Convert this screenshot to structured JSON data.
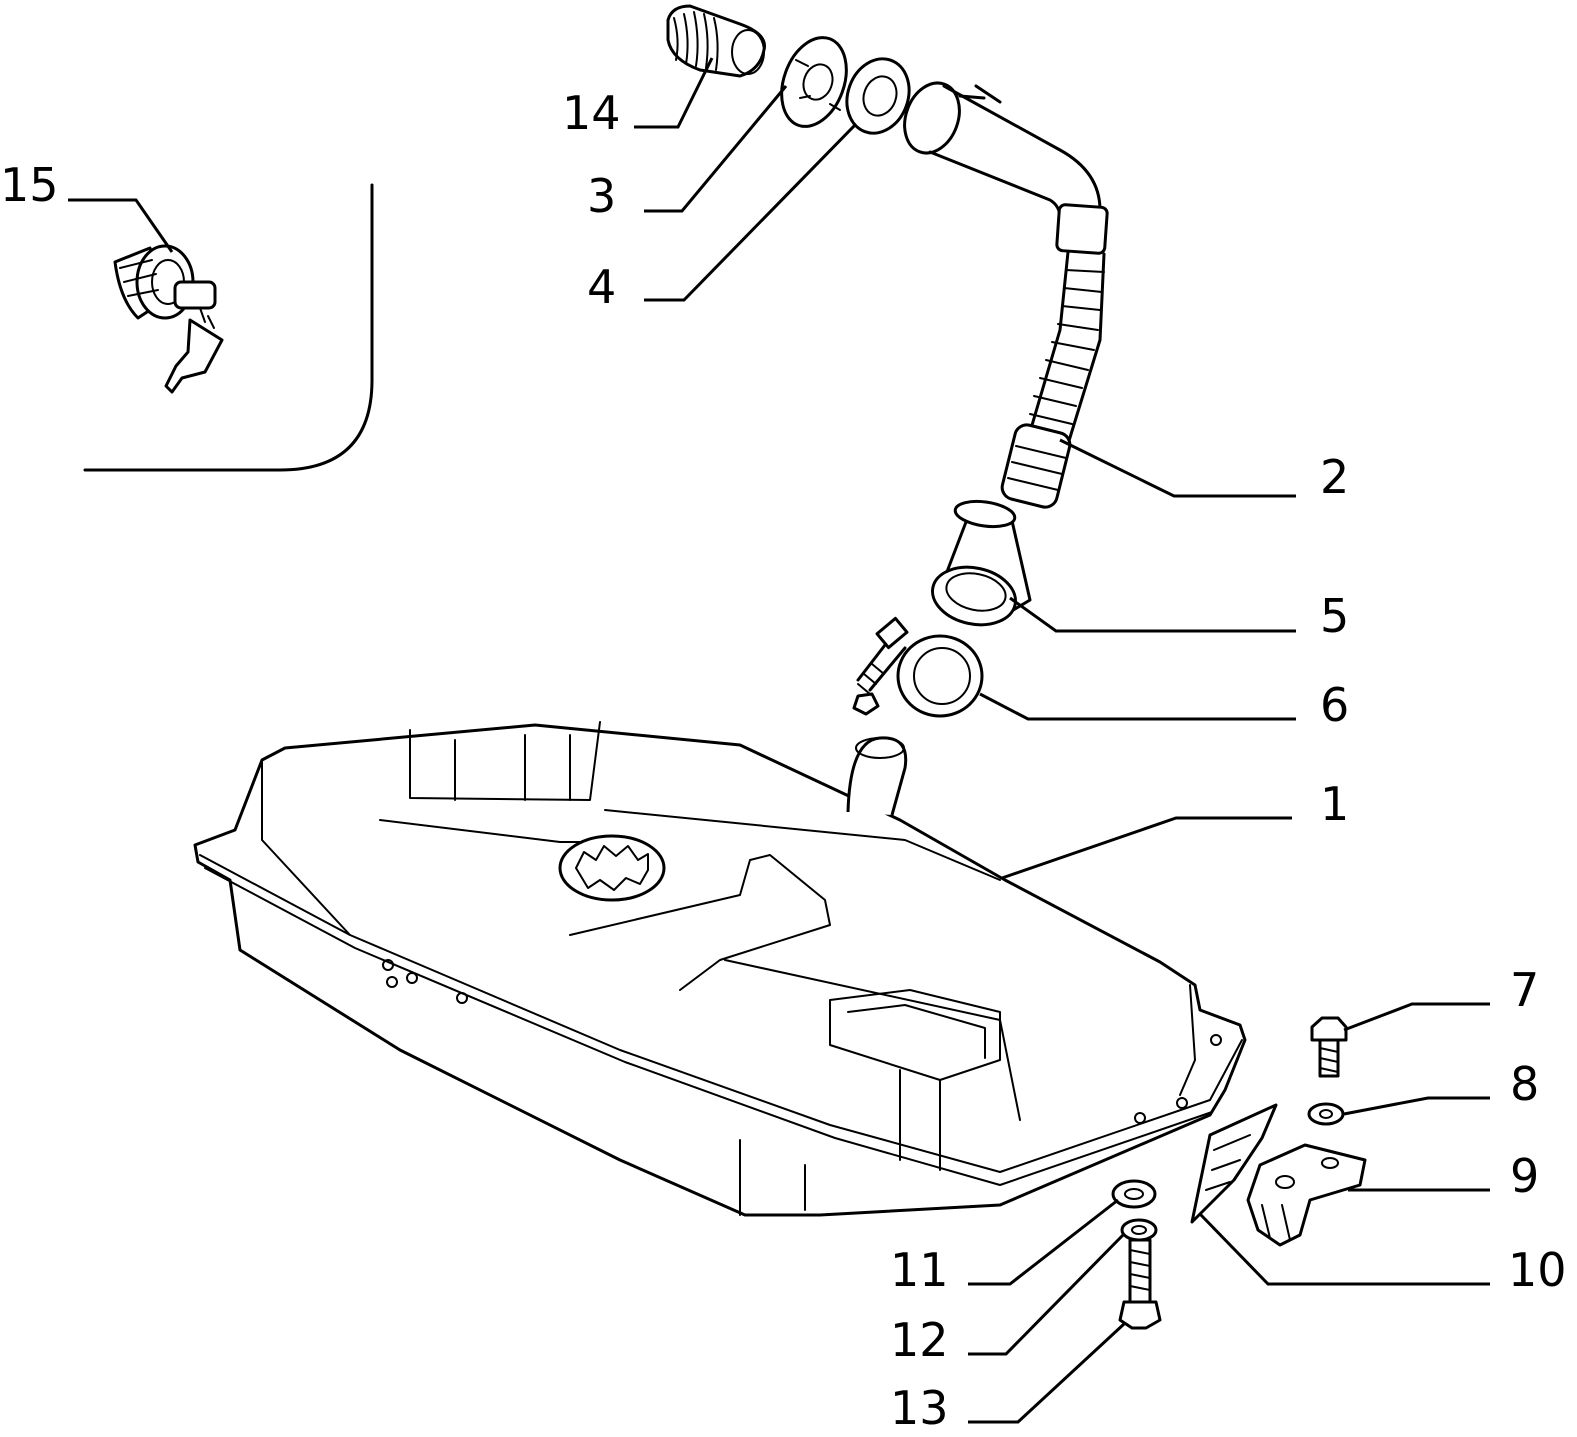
{
  "callouts": [
    {
      "id": "1",
      "label": "1"
    },
    {
      "id": "2",
      "label": "2"
    },
    {
      "id": "3",
      "label": "3"
    },
    {
      "id": "4",
      "label": "4"
    },
    {
      "id": "5",
      "label": "5"
    },
    {
      "id": "6",
      "label": "6"
    },
    {
      "id": "7",
      "label": "7"
    },
    {
      "id": "8",
      "label": "8"
    },
    {
      "id": "9",
      "label": "9"
    },
    {
      "id": "10",
      "label": "10"
    },
    {
      "id": "11",
      "label": "11"
    },
    {
      "id": "12",
      "label": "12"
    },
    {
      "id": "13",
      "label": "13"
    },
    {
      "id": "14",
      "label": "14"
    },
    {
      "id": "15",
      "label": "15"
    }
  ],
  "colors": {
    "ink": "#000000",
    "paper": "#ffffff"
  }
}
